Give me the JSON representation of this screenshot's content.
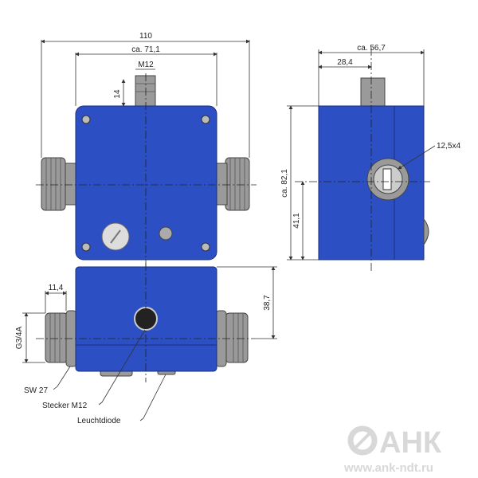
{
  "dimensions": {
    "overall_width": "110",
    "body_width": "ca. 71,1",
    "connector": "M12",
    "connector_height": "14",
    "side_width": "ca. 56,7",
    "side_half": "28,4",
    "side_height": "ca. 82,1",
    "side_axis_height": "41,1",
    "slot": "12,5x4",
    "bottom_height": "38,7",
    "thread_length": "11,4",
    "thread": "G3/4A"
  },
  "labels": {
    "wrench": "SW 27",
    "plug": "Stecker M12",
    "led": "Leuchtdiode"
  },
  "watermark": {
    "brand": "АНК",
    "url": "www.ank-ndt.ru"
  },
  "colors": {
    "body": "#2c4fc4"
  }
}
